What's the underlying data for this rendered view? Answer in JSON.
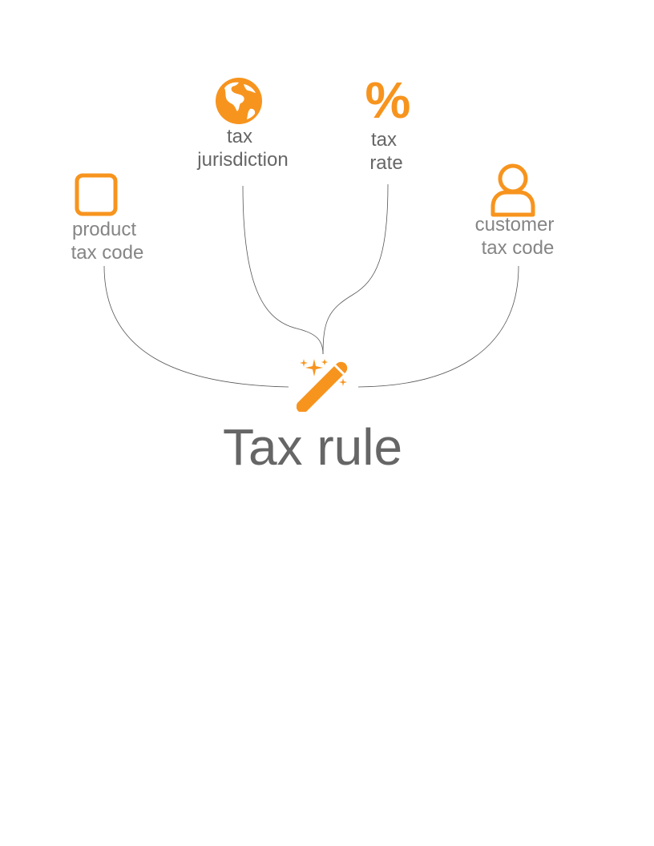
{
  "colors": {
    "accent": "#F7941E",
    "label_light": "#858585",
    "label_dark": "#666666",
    "connector": "#555555"
  },
  "icons": {
    "product": "rounded-square-icon",
    "jurisdiction": "globe-icon",
    "rate": "percent-icon",
    "customer": "person-icon",
    "rule": "magic-wand-icon"
  },
  "nodes": {
    "product": {
      "line1": "product",
      "line2": "tax code"
    },
    "jurisdiction": {
      "line1": "tax",
      "line2": "jurisdiction"
    },
    "rate": {
      "symbol": "%",
      "line1": "tax",
      "line2": "rate"
    },
    "customer": {
      "line1": "customer",
      "line2": "tax code"
    }
  },
  "center": {
    "title": "Tax rule"
  }
}
